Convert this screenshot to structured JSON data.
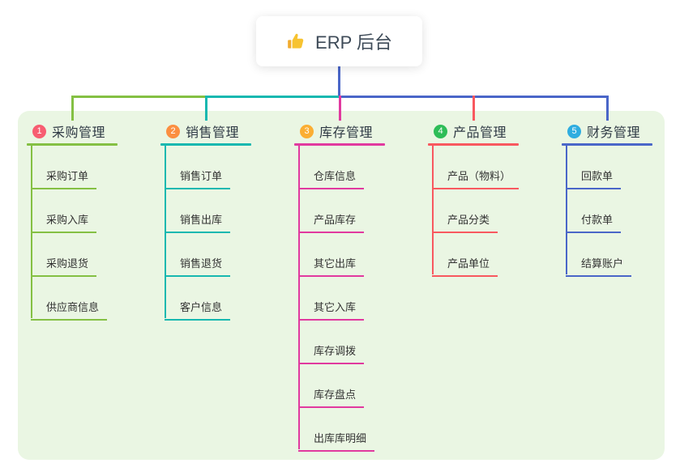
{
  "root": {
    "label": "ERP 后台",
    "icon": "thumbs-up-icon"
  },
  "branches": [
    {
      "index": "1",
      "label": "采购管理",
      "badge_color": "#f75d71",
      "line_color": "#84c043",
      "children": [
        "采购订单",
        "采购入库",
        "采购退货",
        "供应商信息"
      ]
    },
    {
      "index": "2",
      "label": "销售管理",
      "badge_color": "#fb8f41",
      "line_color": "#17b8b0",
      "children": [
        "销售订单",
        "销售出库",
        "销售退货",
        "客户信息"
      ]
    },
    {
      "index": "3",
      "label": "库存管理",
      "badge_color": "#fbae33",
      "line_color": "#e1399f",
      "children": [
        "仓库信息",
        "产品库存",
        "其它出库",
        "其它入库",
        "库存调拨",
        "库存盘点",
        "出库库明细"
      ]
    },
    {
      "index": "4",
      "label": "产品管理",
      "badge_color": "#2ebd58",
      "line_color": "#f8585f",
      "children": [
        "产品（物料）",
        "产品分类",
        "产品单位"
      ]
    },
    {
      "index": "5",
      "label": "财务管理",
      "badge_color": "#2fade0",
      "line_color": "#4a66c8",
      "children": [
        "回款单",
        "付款单",
        "结算账户"
      ]
    }
  ],
  "colors": {
    "panel_bg": "#eaf6e3",
    "stem": "#4a66c8",
    "header_text": "#2f3a45",
    "child_text": "#333333",
    "root_text": "#3d4a57",
    "thumb_yellow": "#f7c331"
  }
}
